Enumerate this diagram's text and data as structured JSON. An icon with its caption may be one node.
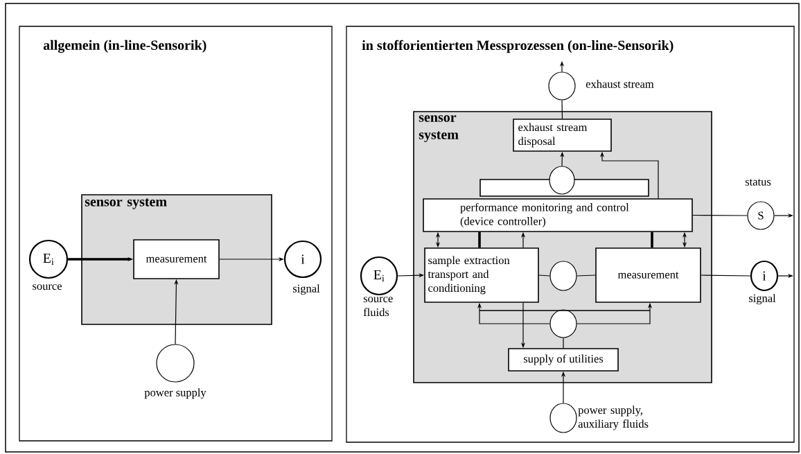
{
  "diagram": {
    "nodes": [
      {
        "text": [
          "allgemein   (in-line-Sensorik)"
        ]
      },
      {
        "text": [
          "sensor system"
        ],
        "in": 0
      },
      {
        "text": [
          "measurement"
        ],
        "in": 1
      },
      {
        "text": [
          "E$_{i}$"
        ],
        "beside": [
          "source"
        ],
        "in": 0
      },
      {
        "text": [
          "i"
        ],
        "beside": [
          "signal"
        ],
        "in": 0
      },
      {
        "text": [],
        "shape": "circle",
        "beside": [
          "power supply"
        ],
        "in": 0
      },
      {
        "text": [
          "in stofforientierten Messprozessen (on-line-Sensorik)"
        ]
      },
      {
        "text": [],
        "shape": "circle",
        "beside": [
          "exhaust stream"
        ],
        "in": 6
      },
      {
        "text": [
          "sensor system"
        ],
        "in": 6
      },
      {
        "text": [
          "exhaust stream disposal"
        ],
        "in": 8
      },
      {
        "text": [],
        "shape": "bar",
        "in": 8
      },
      {
        "text": [],
        "shape": "circle",
        "in": 8
      },
      {
        "text": [
          "performance monitoring and control (device controller)"
        ],
        "in": 8
      },
      {
        "text": [
          "S"
        ],
        "beside": [
          "status"
        ],
        "in": 6
      },
      {
        "text": [
          "sample extraction transport and conditioning"
        ],
        "in": 8
      },
      {
        "text": [],
        "shape": "circle",
        "in": 8
      },
      {
        "text": [
          "measurement"
        ],
        "in": 8
      },
      {
        "text": [
          "i"
        ],
        "beside": [
          "signal"
        ],
        "in": 6
      },
      {
        "text": [
          "E$_{i}$"
        ],
        "beside": [
          "source fluids"
        ],
        "in": 6
      },
      {
        "text": [],
        "shape": "circle",
        "in": 8
      },
      {
        "text": [
          "supply of utilities"
        ],
        "in": 8
      },
      {
        "text": [],
        "shape": "circle",
        "beside": [
          "power supply, auxiliary fluids"
        ],
        "in": 6
      }
    ],
    "edges": [
      {
        "from": 3,
        "to": 2,
        "arrow": "to",
        "style": "thick"
      },
      {
        "from": 5,
        "to": 2,
        "arrow": "to"
      },
      {
        "from": 2,
        "to": 4,
        "arrow": "to"
      },
      {
        "from": 7,
        "to": null,
        "arrow": "to"
      },
      {
        "from": 9,
        "to": 7,
        "arrow": "none"
      },
      {
        "from": 11,
        "to": 9,
        "arrow": "to"
      },
      {
        "from": 12,
        "to": 9,
        "arrow": "to"
      },
      {
        "from": 12,
        "to": 13,
        "arrow": "none"
      },
      {
        "from": 13,
        "to": null,
        "arrow": "to"
      },
      {
        "from": 12,
        "to": 14,
        "arrow": "both"
      },
      {
        "from": 12,
        "to": 14,
        "arrow": "none",
        "style": "thick"
      },
      {
        "from": 14,
        "to": 12,
        "arrow": "to"
      },
      {
        "from": 12,
        "to": 16,
        "arrow": "none",
        "style": "thick"
      },
      {
        "from": 12,
        "to": 16,
        "arrow": "both"
      },
      {
        "from": 18,
        "to": 14,
        "arrow": "to"
      },
      {
        "from": 14,
        "to": 15,
        "arrow": "none"
      },
      {
        "from": 15,
        "to": 16,
        "arrow": "none"
      },
      {
        "from": 16,
        "to": 17,
        "arrow": "none"
      },
      {
        "from": 17,
        "to": null,
        "arrow": "to"
      },
      {
        "from": 19,
        "to": 14,
        "arrow": "to"
      },
      {
        "from": 19,
        "to": 16,
        "arrow": "to"
      },
      {
        "from": 20,
        "to": 19,
        "arrow": "none"
      },
      {
        "from": 14,
        "to": 20,
        "arrow": "to"
      },
      {
        "from": 21,
        "to": 20,
        "arrow": "to"
      }
    ]
  }
}
